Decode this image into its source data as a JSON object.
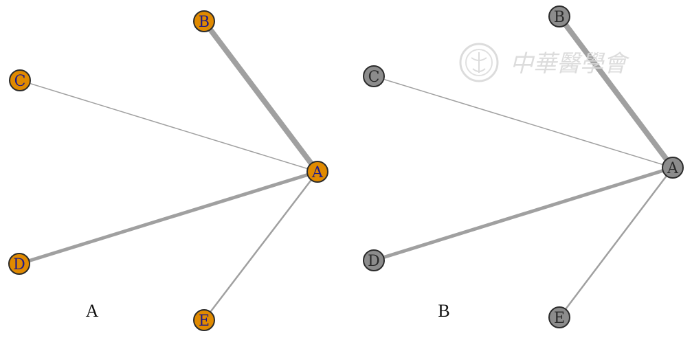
{
  "figure": {
    "panels": [
      {
        "label": "A",
        "node_fill": "#e08a00",
        "label_color": "#1f1a8a",
        "nodes": [
          {
            "id": "A",
            "label": "A"
          },
          {
            "id": "B",
            "label": "B"
          },
          {
            "id": "C",
            "label": "C"
          },
          {
            "id": "D",
            "label": "D"
          },
          {
            "id": "E",
            "label": "E"
          }
        ],
        "edges": [
          {
            "from": "A",
            "to": "B",
            "weight": "heavy"
          },
          {
            "from": "A",
            "to": "C",
            "weight": "thin"
          },
          {
            "from": "A",
            "to": "D",
            "weight": "medium"
          },
          {
            "from": "A",
            "to": "E",
            "weight": "light"
          }
        ]
      },
      {
        "label": "B",
        "node_fill": "#8c8c8c",
        "label_color": "#2a2a2a",
        "nodes": [
          {
            "id": "A",
            "label": "A"
          },
          {
            "id": "B",
            "label": "B"
          },
          {
            "id": "C",
            "label": "C"
          },
          {
            "id": "D",
            "label": "D"
          },
          {
            "id": "E",
            "label": "E"
          }
        ],
        "edges": [
          {
            "from": "A",
            "to": "B",
            "weight": "heavy"
          },
          {
            "from": "A",
            "to": "C",
            "weight": "thin"
          },
          {
            "from": "A",
            "to": "D",
            "weight": "medium"
          },
          {
            "from": "A",
            "to": "E",
            "weight": "light"
          }
        ]
      }
    ],
    "edge_color": "#a0a0a0",
    "watermark": {
      "text": "中華醫學會",
      "icon": "society-seal-icon",
      "color": "#d9d9d9"
    }
  }
}
